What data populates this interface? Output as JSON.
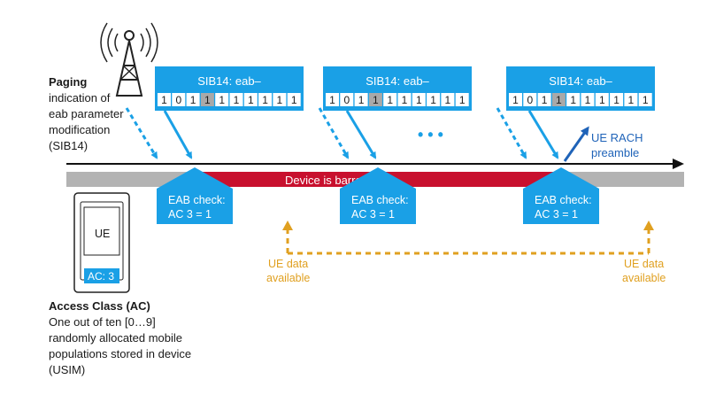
{
  "colors": {
    "blue": "#1aa0e6",
    "blue_dark": "#1f63b8",
    "red": "#c8102e",
    "gray": "#b3b3b3",
    "gold": "#e0a020",
    "bit_gray": "#a9a9a9",
    "text": "#1a1a1a"
  },
  "paging": {
    "title": "Paging",
    "lines": [
      "indication of",
      "eab parameter",
      "modification",
      "(SIB14)"
    ]
  },
  "sib_boxes": [
    {
      "title": "SIB14: eab–",
      "bits": [
        "1",
        "0",
        "1",
        "1",
        "1",
        "1",
        "1",
        "1",
        "1",
        "1"
      ],
      "highlight_index": 3
    },
    {
      "title": "SIB14: eab–",
      "bits": [
        "1",
        "0",
        "1",
        "1",
        "1",
        "1",
        "1",
        "1",
        "1",
        "1"
      ],
      "highlight_index": 3
    },
    {
      "title": "SIB14: eab–",
      "bits": [
        "1",
        "0",
        "1",
        "1",
        "1",
        "1",
        "1",
        "1",
        "1",
        "1"
      ],
      "highlight_index": 3
    }
  ],
  "ellipsis": "• • •",
  "ue_rach": [
    "UE RACH",
    "preamble"
  ],
  "barred_label": "Device is barred",
  "eab_checks": [
    {
      "line1": "EAB check:",
      "line2": "AC 3 = 1"
    },
    {
      "line1": "EAB check:",
      "line2": "AC 3 = 1"
    },
    {
      "line1": "EAB check:",
      "line2": "AC 3 = 1"
    }
  ],
  "ue_data": [
    {
      "line1": "UE data",
      "line2": "available"
    },
    {
      "line1": "UE data",
      "line2": "available"
    }
  ],
  "device": {
    "label": "UE",
    "ac_label": "AC: 3"
  },
  "access_class": {
    "title": "Access Class (AC)",
    "lines": [
      "One out of ten [0…9]",
      "randomly allocated mobile",
      "populations stored in device",
      "(USIM)"
    ]
  },
  "icons": {
    "tower": "antenna-tower-icon",
    "phone": "mobile-phone-icon"
  }
}
